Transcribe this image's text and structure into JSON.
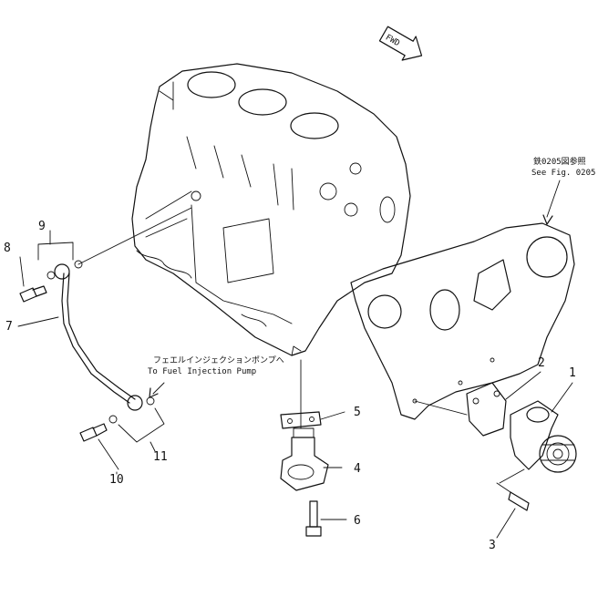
{
  "fwd_label": "FWD",
  "ref_note": {
    "jp": "鉄0205図参照",
    "en": "See Fig. 0205"
  },
  "fuel_note": {
    "jp": "フェエルインジェクションポンプへ",
    "en": "To Fuel Injection Pump"
  },
  "callouts": [
    "1",
    "2",
    "3",
    "4",
    "5",
    "6",
    "7",
    "8",
    "9",
    "10",
    "11"
  ]
}
